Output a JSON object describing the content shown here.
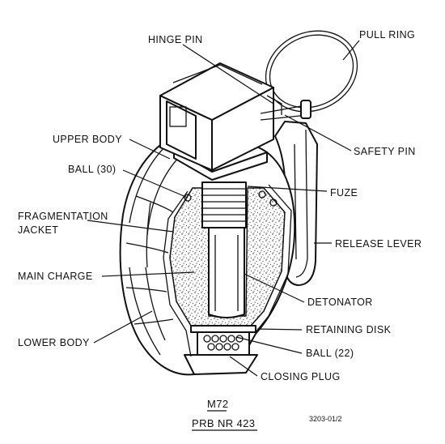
{
  "labels": {
    "hinge_pin": "HINGE PIN",
    "pull_ring": "PULL RING",
    "upper_body": "UPPER BODY",
    "safety_pin": "SAFETY PIN",
    "ball_30": "BALL (30)",
    "fuze": "FUZE",
    "fragmentation_jacket_1": "FRAGMENTATION",
    "fragmentation_jacket_2": "JACKET",
    "release_lever": "RELEASE LEVER",
    "main_charge": "MAIN CHARGE",
    "detonator": "DETONATOR",
    "retaining_disk": "RETAINING DISK",
    "lower_body": "LOWER BODY",
    "ball_22": "BALL (22)",
    "closing_plug": "CLOSING PLUG"
  },
  "caption": {
    "model": "M72",
    "reference": "PRB NR 423",
    "figure_code": "3203-01/2"
  }
}
